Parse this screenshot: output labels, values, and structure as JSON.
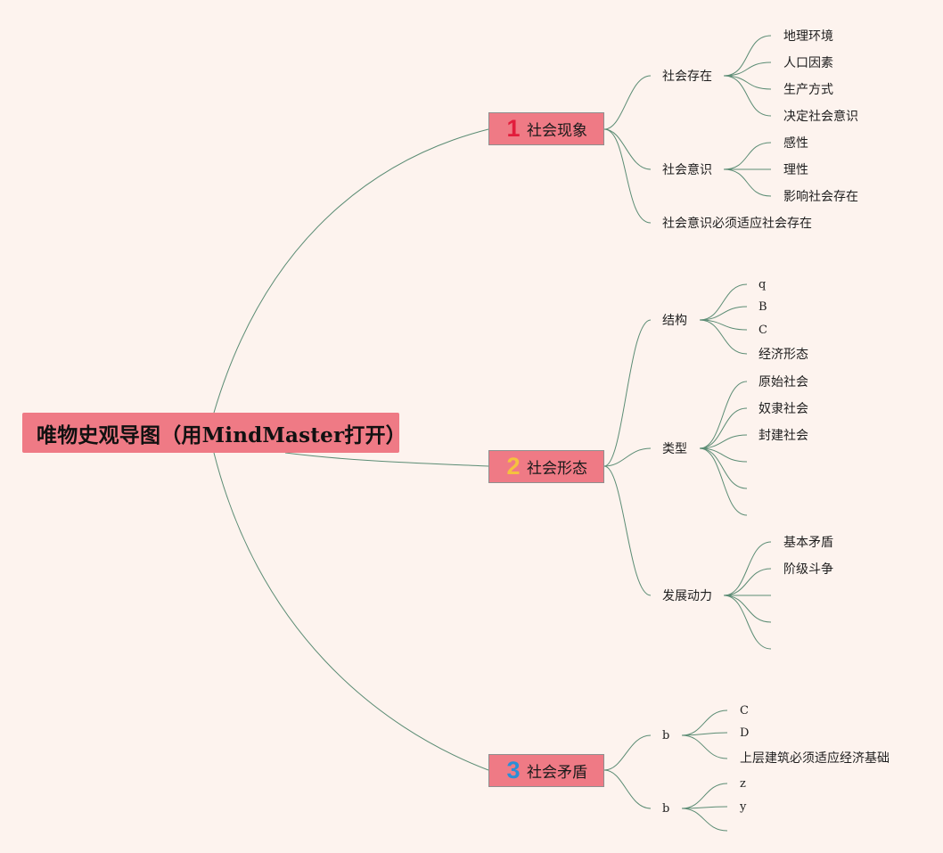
{
  "root": {
    "title": "唯物史观导图（用MindMaster打开）"
  },
  "branches": [
    {
      "number": "1",
      "label": "社会现象"
    },
    {
      "number": "2",
      "label": "社会形态"
    },
    {
      "number": "3",
      "label": "社会矛盾"
    }
  ],
  "nodes": {
    "n1": {
      "label": "社会存在"
    },
    "n1_1": {
      "label": "地理环境"
    },
    "n1_2": {
      "label": "人口因素"
    },
    "n1_3": {
      "label": "生产方式"
    },
    "n1_4": {
      "label": "决定社会意识"
    },
    "n2": {
      "label": "社会意识"
    },
    "n2_1": {
      "label": "感性"
    },
    "n2_2": {
      "label": "理性"
    },
    "n2_3": {
      "label": "影响社会存在"
    },
    "n3": {
      "label": "社会意识必须适应社会存在"
    },
    "s1": {
      "label": "结构"
    },
    "s1_1": {
      "label": "q"
    },
    "s1_2": {
      "label": "B"
    },
    "s1_3": {
      "label": "C"
    },
    "s1_4": {
      "label": "经济形态"
    },
    "s2": {
      "label": "类型"
    },
    "s2_1": {
      "label": "原始社会"
    },
    "s2_2": {
      "label": "奴隶社会"
    },
    "s2_3": {
      "label": "封建社会"
    },
    "s3": {
      "label": "发展动力"
    },
    "s3_1": {
      "label": "基本矛盾"
    },
    "s3_2": {
      "label": "阶级斗争"
    },
    "m1": {
      "label": "b"
    },
    "m1_1": {
      "label": "C"
    },
    "m1_2": {
      "label": "D"
    },
    "m1_3": {
      "label": "上层建筑必须适应经济基础"
    },
    "m2": {
      "label": "b"
    },
    "m2_1": {
      "label": "z"
    },
    "m2_2": {
      "label": "y"
    }
  },
  "colors": {
    "background": "#fdf3ee",
    "node_fill": "#ef7a85",
    "connector": "#5b8c74"
  }
}
